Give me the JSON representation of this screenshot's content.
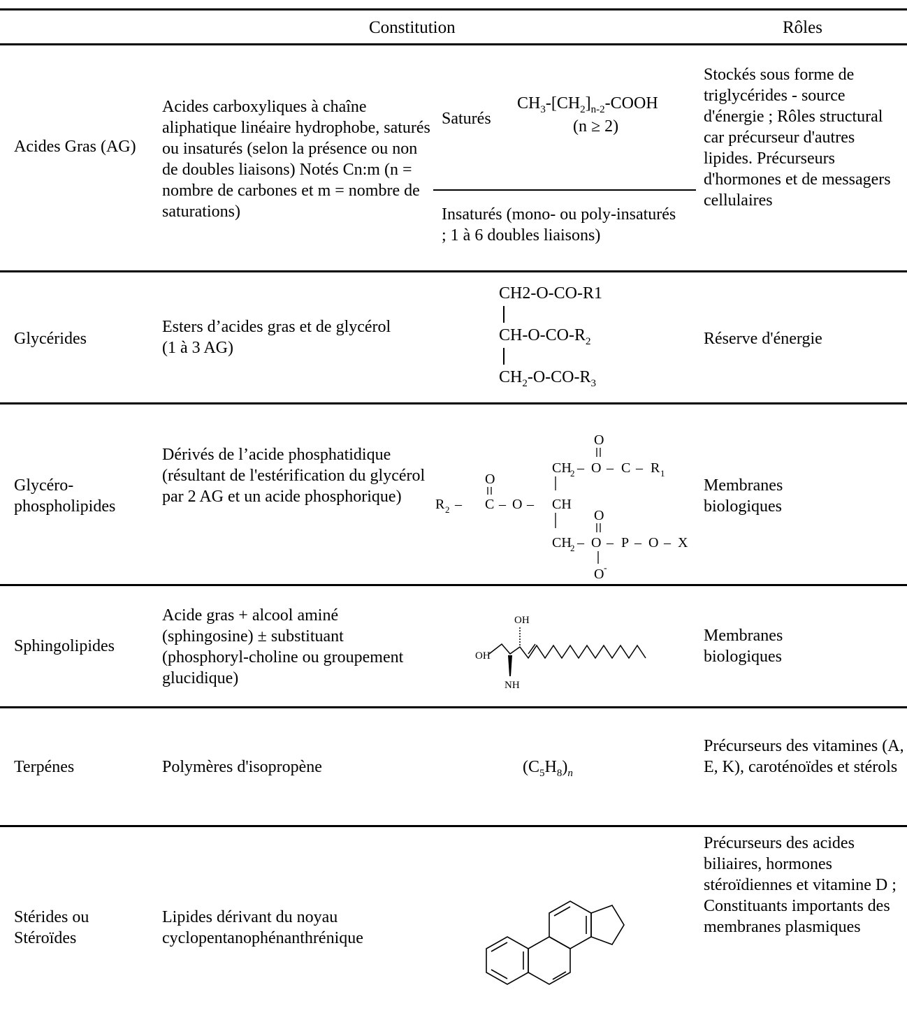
{
  "header": {
    "constitution": "Constitution",
    "roles": "Rôles"
  },
  "rows": {
    "ag": {
      "name": "Acides Gras (AG)",
      "description": "Acides carboxyliques à chaîne aliphatique linéaire hydrophobe, saturés ou insaturés (selon la présence ou non de doubles liaisons) Notés Cn:m (n = nombre de carbones et m = nombre de saturations)",
      "sat_label": "Saturés",
      "sat_formula": {
        "a": "CH",
        "sub1": "3",
        "b": "-[CH",
        "sub2": "2",
        "c": "]",
        "sub3": "n-2",
        "d": "-COOH"
      },
      "sat_cond": "(n ≥ 2)",
      "insat": "Insaturés (mono- ou poly-insaturés ; 1 à 6 doubles liaisons)",
      "role": "Stockés sous forme de triglycérides - source d'énergie ; Rôles structural car précurseur d'autres lipides. Précurseurs d'hormones et de messagers cellulaires"
    },
    "glycerides": {
      "name": "Glycérides",
      "description": "Esters d’acides gras et de glycérol (1 à 3 AG)",
      "formula": {
        "line1": "CH2-O-CO-R1",
        "line2a": "CH-O-CO-R",
        "line2sub": "2",
        "line3a": "CH",
        "line3sub1": "2",
        "line3b": "-O-CO-R",
        "line3sub2": "3"
      },
      "role": "Réserve d'énergie"
    },
    "gpl": {
      "name": "Glycéro-phospholipides",
      "description": "Dérivés de l’acide phosphatidique (résultant de l'estérification du glycérol par 2 AG et un acide phosphorique)",
      "struct": {
        "o": "O",
        "ch2": "CH",
        "sub2": "2",
        "ch": "CH",
        "c": "C",
        "p": "P",
        "r": "R",
        "sub_r1": "1",
        "sub_r2": "2",
        "x": "X",
        "minus": "-",
        "dash": "–"
      },
      "role": "Membranes biologiques"
    },
    "sphingo": {
      "name": "Sphingolipides",
      "description": "Acide gras + alcool aminé (sphingosine) ± substituant (phosphoryl-choline ou groupement glucidique)",
      "struct": {
        "oh_top": "OH",
        "oh_left": "OH",
        "nh": "NH"
      },
      "role": "Membranes biologiques"
    },
    "terpenes": {
      "name": "Terpénes",
      "description": "Polymères d'isopropène",
      "formula": {
        "a": "(C",
        "s1": "5",
        "b": "H",
        "s2": "8",
        "c": ")",
        "n": "n"
      },
      "role": "Précurseurs des vitamines (A, E, K), caroténoïdes et stérols"
    },
    "sterides": {
      "name": "Stérides ou Stéroïdes",
      "description": "Lipides dérivant du noyau cyclopentanophénanthrénique",
      "role": "Précurseurs des acides biliaires, hormones stéroïdiennes et vitamine D ; Constituants importants des membranes plasmiques"
    }
  }
}
